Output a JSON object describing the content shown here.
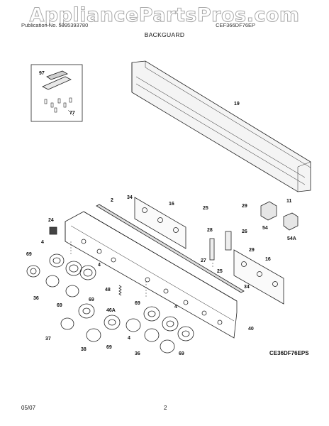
{
  "watermark": "AppliancePartsPros.com",
  "header": {
    "left": "Publication No. 5995393780",
    "right": "CEF366DF76EP"
  },
  "section_title": "BACKGUARD",
  "model_code": "CE36DF76EPS",
  "footer": {
    "date": "05/07",
    "page": "2"
  },
  "callouts": {
    "c97": "97",
    "c77": "77",
    "c19": "19",
    "c2": "2",
    "c34a": "34",
    "c16a": "16",
    "c24": "24",
    "c25a": "25",
    "c29a": "29",
    "c11": "11",
    "c54": "54",
    "c54a": "54A",
    "c26": "26",
    "c28": "28",
    "c29b": "29",
    "c27": "27",
    "c25b": "25",
    "c16b": "16",
    "c34b": "34",
    "c4a": "4",
    "c69a": "69",
    "c4b": "4",
    "c36a": "36",
    "c69b": "69",
    "c48": "48",
    "c46a": "46A",
    "c69c": "69",
    "c4c": "4",
    "c69d": "69",
    "c40": "40",
    "c37": "37",
    "c38": "38",
    "c69e": "69",
    "c4d": "4",
    "c36b": "36",
    "c69f": "69"
  }
}
